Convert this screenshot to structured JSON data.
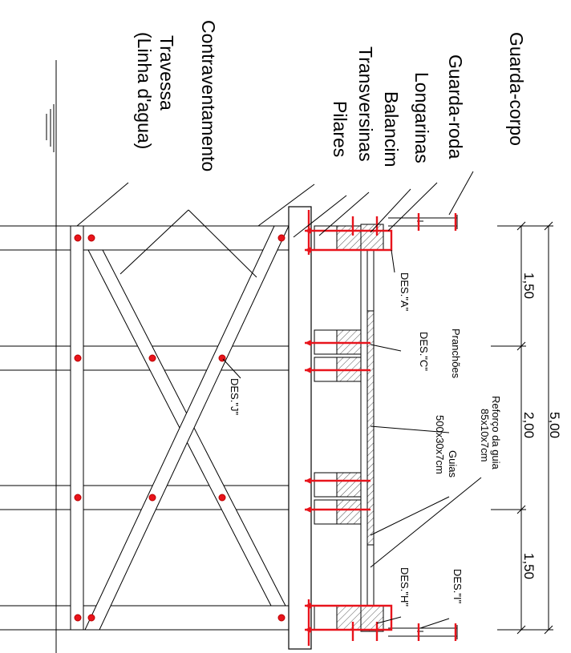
{
  "labels": {
    "guarda_corpo": "Guarda-corpo",
    "guarda_roda": "Guarda-roda",
    "longarinas": "Longarinas",
    "balancim": "Balancim",
    "transversinas": "Transversinas",
    "pilares": "Pilares",
    "contraventamento": "Contraventamento",
    "travessa": "Travessa",
    "linha_dagua": "(Linha d'agua)",
    "pranchoes": "Pranchões",
    "guias": "Guias",
    "guias_dim": "500x30x7cm",
    "reforco": "Reforço da guia",
    "reforco_dim": "85x10x7cm"
  },
  "details": {
    "a": "DES.\"A\"",
    "c": "DES.\"C\"",
    "j": "DES.\"J\"",
    "h": "DES.\"H\"",
    "i": "DES.\"I\""
  },
  "dimensions": {
    "total": "5,00",
    "left": "1,50",
    "middle": "2,00",
    "right": "1,50"
  },
  "colors": {
    "line": "#000000",
    "accent": "#e8141c",
    "hatch": "#555555"
  }
}
